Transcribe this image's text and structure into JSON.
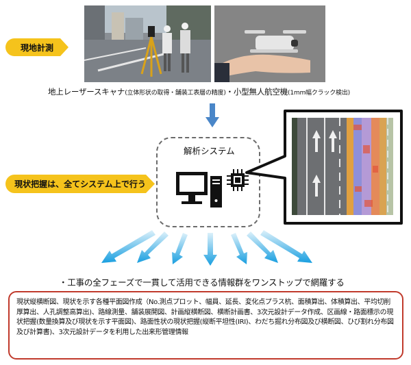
{
  "labels": {
    "field_survey": "現地計測",
    "status_grasp": "現状把握は、全てシステム上で行う"
  },
  "survey_caption": {
    "main1": "地上レーザースキャナ",
    "sub1": "(立体形状の取得・舗装工表層の精度)",
    "main2": "・小型無人航空機",
    "sub2": "(1mm幅クラック検出)"
  },
  "system": {
    "title": "解析システム"
  },
  "summary": "・工事の全フェーズで一貫して活用できる情報群をワンストップで網羅する",
  "details": "現状縦横断図、現状を示す各種平面図作成（No.測点プロット、幅員、延長、変化点プラス杭、面積算出、体積算出、平均切削厚算出、人孔調整高算出)、路線測量、舗装展開図、計画縦横断図、横断計画書、3次元設計データ作成、区画線・路面標示の現状把握(数量換算及び現状を示す平面図)、路面性状の現状把握(縦断平坦性(IRI)、わだち掘れ分布図及び横断図、ひび割れ分布図及び計算書)、3次元設計データを利用した出来形管理情報",
  "colors": {
    "tag_fill": "#f5c31c",
    "arrow_blue": "#1a9fe0",
    "down_arrow": "#4a86c8",
    "dash_border": "#6b6b6b",
    "detail_border": "#c0392b"
  },
  "icons": [
    "computer-icon",
    "chip-icon",
    "drone-icon",
    "tripod-scanner-icon"
  ]
}
